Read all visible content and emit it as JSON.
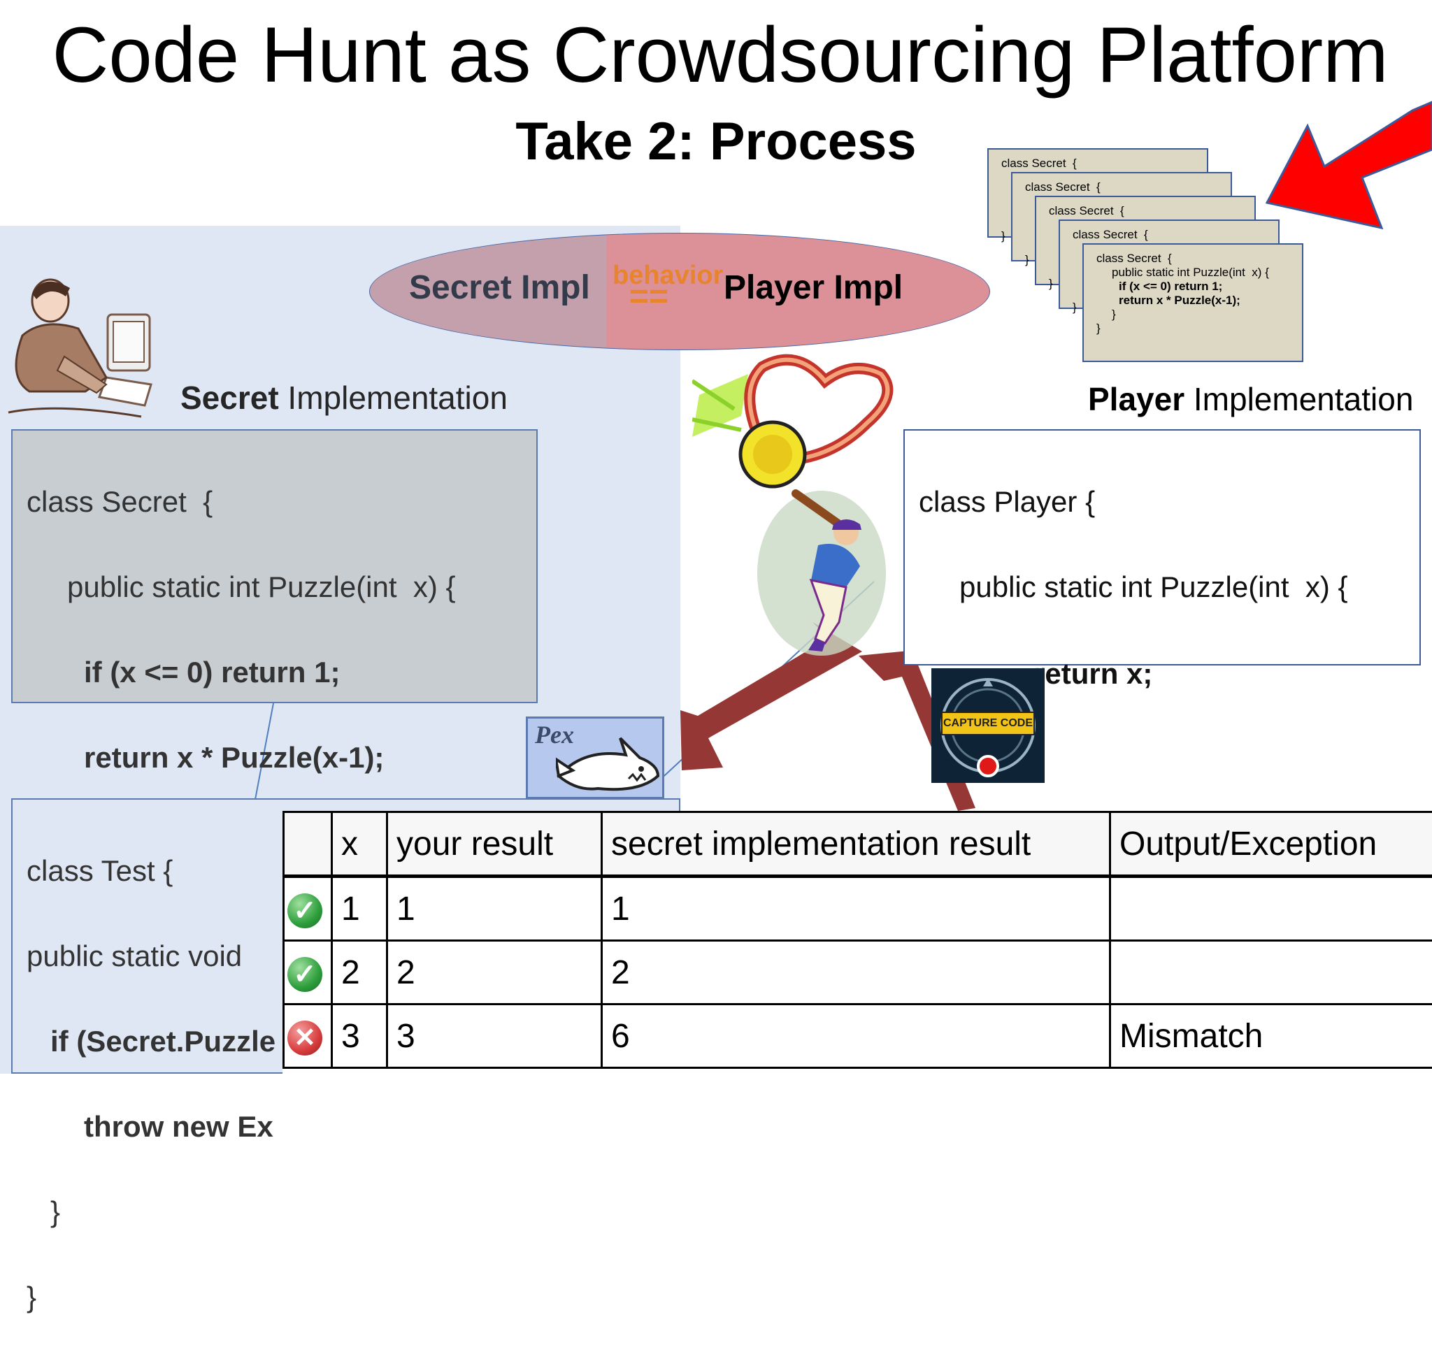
{
  "slide": {
    "title": "Code Hunt as Crowdsourcing Platform",
    "subtitle": "Take 2: Process"
  },
  "ellipse": {
    "left_label": "Secret Impl",
    "behavior_label": "behavior",
    "equals_label": "==",
    "right_label": "Player Impl"
  },
  "secret_heading": {
    "bold": "Secret",
    "rest": " Implementation"
  },
  "player_heading": {
    "bold": "Player",
    "rest": " Implementation"
  },
  "secret_code": {
    "l1": "class Secret  {",
    "l2": "public static int Puzzle(int  x) {",
    "l3": "if (x <= 0) return 1;",
    "l4": "return x * Puzzle(x-1);",
    "l5": "}",
    "l6": "}"
  },
  "player_code": {
    "l1": "class Player {",
    "l2": "public static int Puzzle(int  x) {",
    "l3": "return x;",
    "l4": "}",
    "l5": "}"
  },
  "test_code": {
    "l1": "class Test {",
    "l2": "public static void",
    "l3": "if (Secret.Puzzle",
    "l4": "throw new Ex",
    "l5": "}",
    "l6": "}"
  },
  "stack_cards": {
    "header": "class Secret  {",
    "closing": "}",
    "front_l2": "public static int Puzzle(int  x) {",
    "front_l3": "if (x <= 0) return 1;",
    "front_l4": "return x * Puzzle(x-1);",
    "front_l5": "}",
    "front_l6": "}"
  },
  "pex_logo": {
    "label": "Pex"
  },
  "capture_badge": {
    "label": "CAPTURE CODE"
  },
  "results_table": {
    "headers": [
      "",
      "x",
      "your result",
      "secret implementation result",
      "Output/Exception"
    ],
    "rows": [
      {
        "status": "pass",
        "x": "1",
        "your": "1",
        "secret": "1",
        "output": ""
      },
      {
        "status": "pass",
        "x": "2",
        "your": "2",
        "secret": "2",
        "output": ""
      },
      {
        "status": "fail",
        "x": "3",
        "your": "3",
        "secret": "6",
        "output": "Mismatch"
      }
    ]
  },
  "colors": {
    "left_panel": "#dfe7f5",
    "arrow_red": "#ff0000",
    "arrow_maroon": "#953735",
    "behavior_orange": "#e8832e",
    "pass_green": "#2e9e3c",
    "fail_red": "#d83c3c"
  }
}
